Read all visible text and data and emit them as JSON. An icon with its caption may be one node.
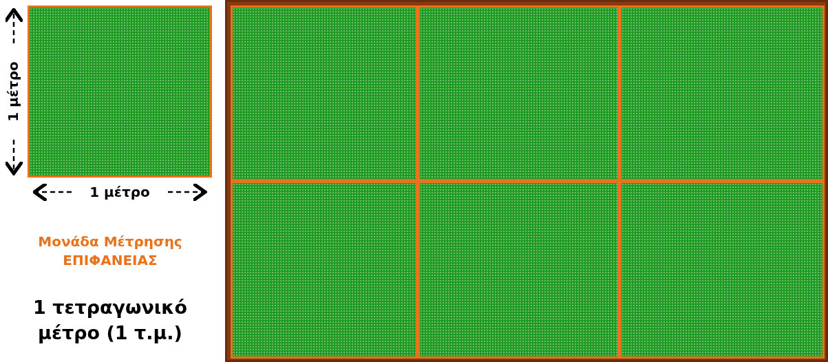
{
  "diagram": {
    "nodes": [
      {
        "text": [],
        "shape": "box"
      },
      {
        "text": [],
        "shape": "box"
      },
      {
        "text": [],
        "shape": "box",
        "in": 1
      },
      {
        "text": [],
        "shape": "box",
        "in": 1
      },
      {
        "text": [],
        "shape": "box",
        "in": 1
      },
      {
        "text": [],
        "shape": "box",
        "in": 1
      },
      {
        "text": [],
        "shape": "box",
        "in": 1
      },
      {
        "text": [],
        "shape": "box",
        "in": 1
      }
    ],
    "edges": [],
    "labels": [
      "1 μέτρο",
      "1 μέτρο",
      "Μονάδα Μέτρησης ΕΠΙΦΑΝΕΙΑΣ",
      "1 τετραγωνικό μέτρο (1 τ.μ.)"
    ]
  }
}
